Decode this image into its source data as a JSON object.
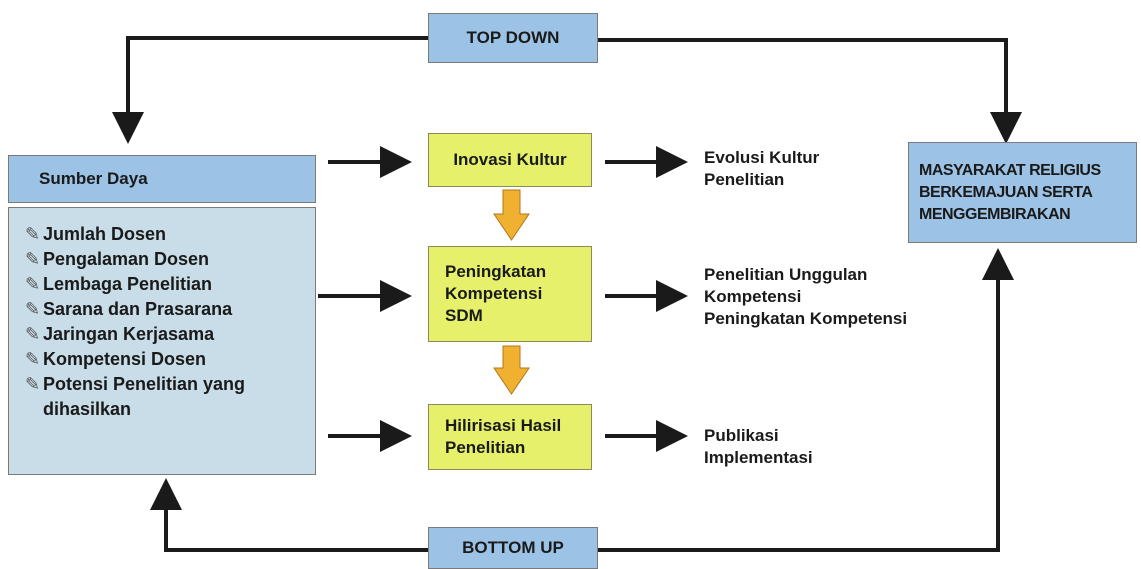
{
  "top_down": "TOP DOWN",
  "bottom_up": "BOTTOM UP",
  "sumber_daya": {
    "title": "Sumber Daya",
    "items": [
      "Jumlah Dosen",
      "Pengalaman Dosen",
      "Lembaga Penelitian",
      "Sarana dan Prasarana",
      "Jaringan Kerjasama",
      "Kompetensi Dosen",
      "Potensi Penelitian yang",
      "dihasilkan"
    ]
  },
  "process": {
    "inovasi": "Inovasi Kultur",
    "peningkatan": [
      "Peningkatan",
      "Kompetensi",
      "SDM"
    ],
    "hilirisasi": [
      "Hilirisasi Hasil",
      "Penelitian"
    ]
  },
  "outputs": {
    "inovasi": [
      "Evolusi Kultur",
      "Penelitian"
    ],
    "peningkatan": [
      "Penelitian Unggulan",
      "Kompetensi",
      "Peningkatan Kompetensi"
    ],
    "hilirisasi": [
      "Publikasi",
      "Implementasi"
    ]
  },
  "goal": [
    "MASYARAKAT RELIGIUS",
    "BERKEMAJUAN SERTA",
    "MENGGEMBIRAKAN"
  ],
  "colors": {
    "blue": "#9cc3e6",
    "light_blue": "#c9dde9",
    "yellow": "#e6f06b",
    "orange_arrow": "#f0b030",
    "line": "#1a1a1a"
  }
}
